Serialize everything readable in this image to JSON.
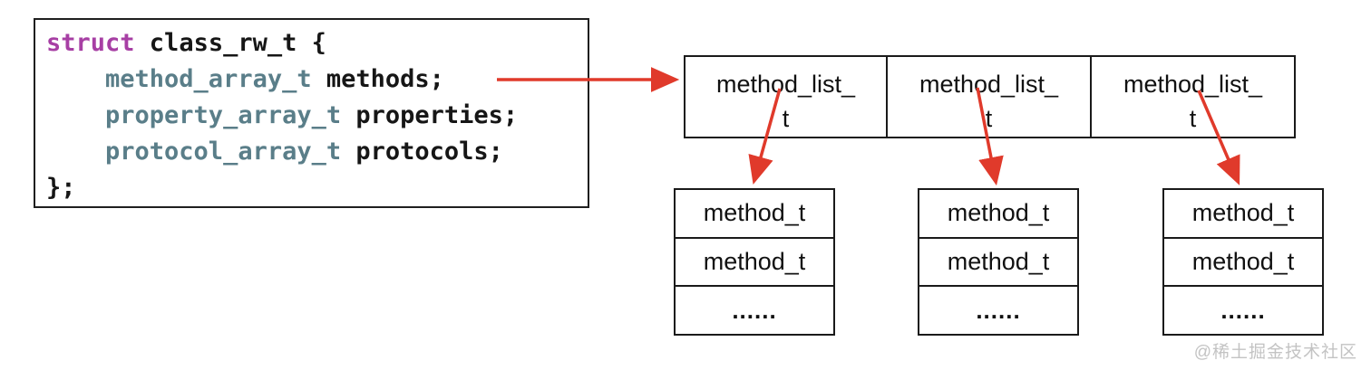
{
  "code_block": {
    "line1": {
      "keyword": "struct",
      "rest": " class_rw_t {"
    },
    "line2": {
      "type": "    method_array_t",
      "rest": " methods;"
    },
    "line3": {
      "type": "    property_array_t",
      "rest": " properties;"
    },
    "line4": {
      "type": "    protocol_array_t",
      "rest": " protocols;"
    },
    "line5": {
      "rest": "};"
    }
  },
  "method_list_row": {
    "cells": [
      {
        "line1": "method_list_",
        "line2": "t"
      },
      {
        "line1": "method_list_",
        "line2": "t"
      },
      {
        "line1": "method_list_",
        "line2": "t"
      }
    ]
  },
  "method_boxes": [
    {
      "rows": [
        "method_t",
        "method_t",
        "......"
      ]
    },
    {
      "rows": [
        "method_t",
        "method_t",
        "......"
      ]
    },
    {
      "rows": [
        "method_t",
        "method_t",
        "......"
      ]
    }
  ],
  "watermark": {
    "text": "@稀土掘金技术社区"
  },
  "colors": {
    "keyword": "#a73fa4",
    "type_name": "#5a7e89",
    "code_text": "#161616",
    "arrow": "#e03a2b",
    "box_border": "#1a1a1a",
    "watermark": "#c3c3c3"
  }
}
